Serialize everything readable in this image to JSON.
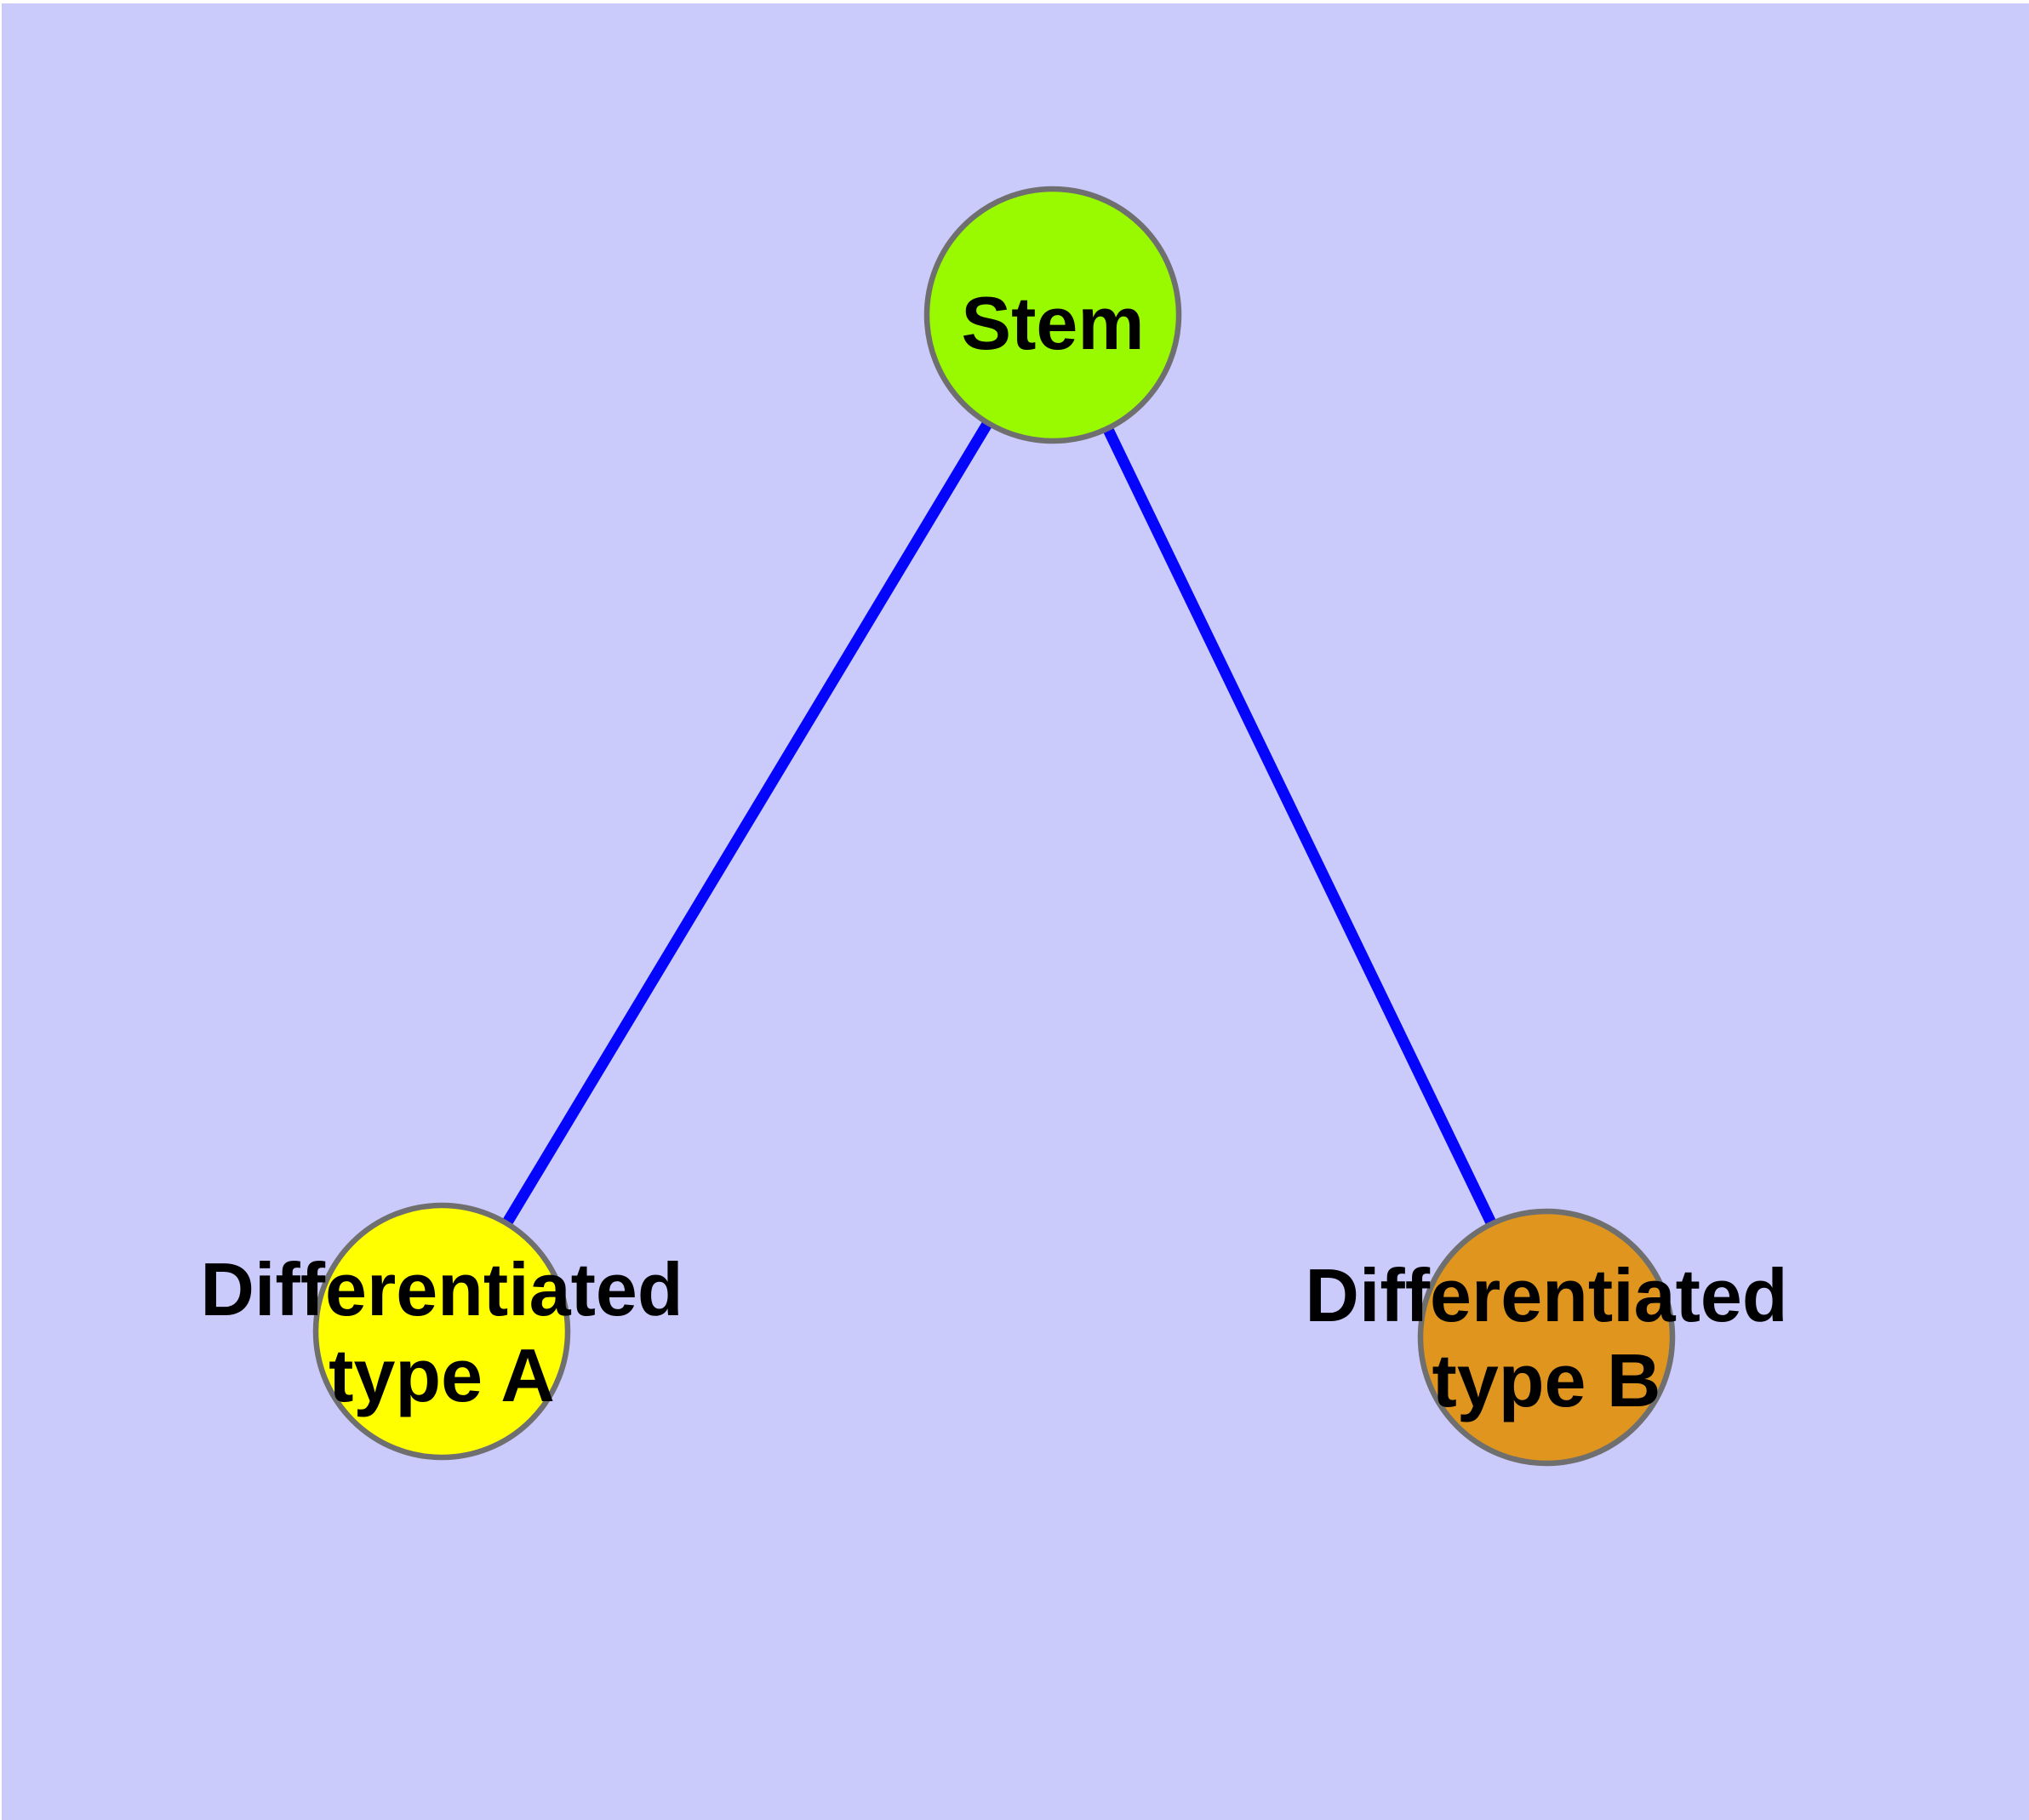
{
  "diagram": {
    "type": "graph",
    "description": "Cell differentiation tree: Stem node with two child differentiated cell-type nodes",
    "colors": {
      "background": "#CACAFB",
      "edge": "#0505FC",
      "node_border": "#6F6F6F",
      "label_text": "#000000",
      "stem_fill": "#99FA00",
      "type_a_fill": "#FFFF00",
      "type_b_fill": "#E0961E"
    },
    "nodes": [
      {
        "id": "stem",
        "label": "Stem",
        "fill": "#99FA00"
      },
      {
        "id": "differentiated-type-a",
        "label": "Differentiated type A",
        "label_line1": "Differentiated",
        "label_line2": "type A",
        "fill": "#FFFF00"
      },
      {
        "id": "differentiated-type-b",
        "label": "Differentiated type B",
        "label_line1": "Differentiated",
        "label_line2": "type B",
        "fill": "#E0961E"
      }
    ],
    "edges": [
      {
        "from": "stem",
        "to": "differentiated-type-a"
      },
      {
        "from": "stem",
        "to": "differentiated-type-b"
      }
    ]
  }
}
